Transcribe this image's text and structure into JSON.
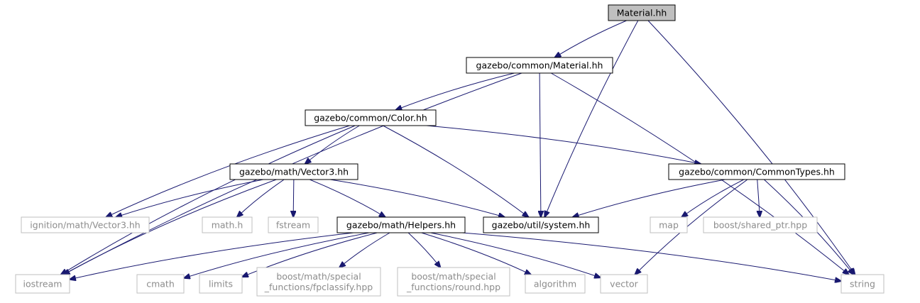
{
  "colors": {
    "edge": "#191970",
    "root_fill": "#bfbfbf",
    "external_border": "#bfbfbf",
    "external_text": "#8c8c8c"
  },
  "nodes": [
    {
      "id": "material_hh",
      "label": "Material.hh",
      "kind": "root"
    },
    {
      "id": "common_material",
      "label": "gazebo/common/Material.hh",
      "kind": "documented"
    },
    {
      "id": "common_color",
      "label": "gazebo/common/Color.hh",
      "kind": "documented"
    },
    {
      "id": "math_vector3",
      "label": "gazebo/math/Vector3.hh",
      "kind": "documented"
    },
    {
      "id": "common_types",
      "label": "gazebo/common/CommonTypes.hh",
      "kind": "documented"
    },
    {
      "id": "ign_vector3",
      "label": "ignition/math/Vector3.hh",
      "kind": "external"
    },
    {
      "id": "math_h",
      "label": "math.h",
      "kind": "external"
    },
    {
      "id": "fstream",
      "label": "fstream",
      "kind": "external"
    },
    {
      "id": "math_helpers",
      "label": "gazebo/math/Helpers.hh",
      "kind": "documented"
    },
    {
      "id": "util_system",
      "label": "gazebo/util/system.hh",
      "kind": "documented"
    },
    {
      "id": "map",
      "label": "map",
      "kind": "external"
    },
    {
      "id": "shared_ptr",
      "label": "boost/shared_ptr.hpp",
      "kind": "external"
    },
    {
      "id": "iostream",
      "label": "iostream",
      "kind": "external"
    },
    {
      "id": "cmath",
      "label": "cmath",
      "kind": "external"
    },
    {
      "id": "limits",
      "label": "limits",
      "kind": "external"
    },
    {
      "id": "fpclassify",
      "label": [
        "boost/math/special",
        "_functions/fpclassify.hpp"
      ],
      "kind": "external"
    },
    {
      "id": "round",
      "label": [
        "boost/math/special",
        "_functions/round.hpp"
      ],
      "kind": "external"
    },
    {
      "id": "algorithm",
      "label": "algorithm",
      "kind": "external"
    },
    {
      "id": "vector",
      "label": "vector",
      "kind": "external"
    },
    {
      "id": "string",
      "label": "string",
      "kind": "external"
    }
  ],
  "edges": [
    {
      "from": "material_hh",
      "to": "common_material"
    },
    {
      "from": "material_hh",
      "to": "util_system"
    },
    {
      "from": "material_hh",
      "to": "string"
    },
    {
      "from": "common_material",
      "to": "common_color"
    },
    {
      "from": "common_material",
      "to": "util_system"
    },
    {
      "from": "common_material",
      "to": "iostream"
    },
    {
      "from": "common_material",
      "to": "string"
    },
    {
      "from": "common_color",
      "to": "math_vector3"
    },
    {
      "from": "common_color",
      "to": "ign_vector3"
    },
    {
      "from": "common_color",
      "to": "iostream"
    },
    {
      "from": "common_color",
      "to": "util_system"
    },
    {
      "from": "common_color",
      "to": "common_types"
    },
    {
      "from": "math_vector3",
      "to": "ign_vector3"
    },
    {
      "from": "math_vector3",
      "to": "math_h"
    },
    {
      "from": "math_vector3",
      "to": "fstream"
    },
    {
      "from": "math_vector3",
      "to": "math_helpers"
    },
    {
      "from": "math_vector3",
      "to": "util_system"
    },
    {
      "from": "math_vector3",
      "to": "iostream"
    },
    {
      "from": "common_types",
      "to": "util_system"
    },
    {
      "from": "common_types",
      "to": "map"
    },
    {
      "from": "common_types",
      "to": "shared_ptr"
    },
    {
      "from": "common_types",
      "to": "vector"
    },
    {
      "from": "common_types",
      "to": "string"
    },
    {
      "from": "math_helpers",
      "to": "iostream"
    },
    {
      "from": "math_helpers",
      "to": "cmath"
    },
    {
      "from": "math_helpers",
      "to": "limits"
    },
    {
      "from": "math_helpers",
      "to": "fpclassify"
    },
    {
      "from": "math_helpers",
      "to": "round"
    },
    {
      "from": "math_helpers",
      "to": "algorithm"
    },
    {
      "from": "math_helpers",
      "to": "vector"
    },
    {
      "from": "math_helpers",
      "to": "string"
    }
  ]
}
